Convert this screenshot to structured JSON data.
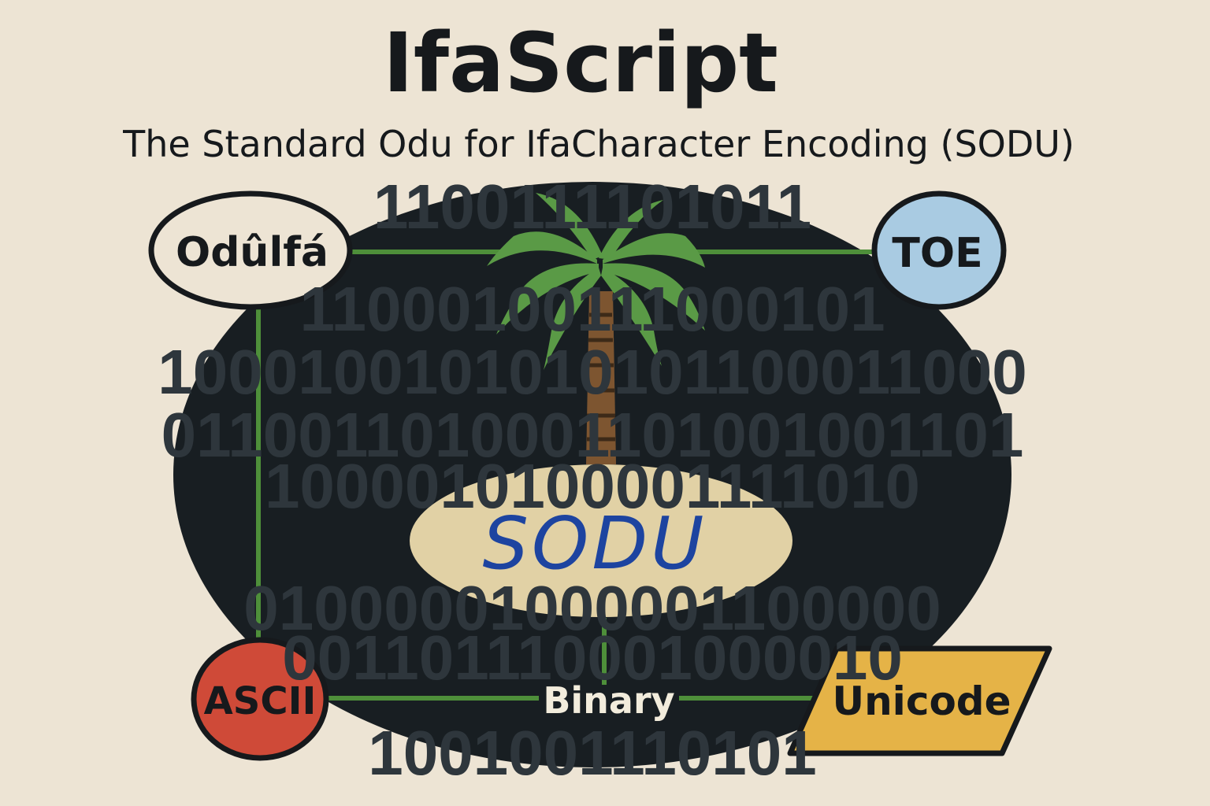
{
  "header": {
    "title": "IfaScript",
    "subtitle": "The Standard Odu for IfaCharacter Encoding (SODU)"
  },
  "background_binary_rows": [
    "1100111101011",
    "11000100111000101",
    "1000100101010101100011000",
    "0110011010001101001001101",
    "1000010100001111010",
    "01000001000001100000",
    "001101110001000010",
    "1001001110101"
  ],
  "nodes": {
    "odu_ifa": "Odûlfá",
    "toe": "TOE",
    "ascii": "ASCII",
    "unicode": "Unicode",
    "center": "SODU",
    "binary": "Binary"
  },
  "colors": {
    "background": "#ede4d4",
    "ellipse": "#181e22",
    "connector": "#4e8f3a",
    "toe": "#a9cbe2",
    "ascii": "#cf4a38",
    "unicode": "#e5b347",
    "sodu_fill": "#e1d1a5",
    "sodu_ink": "#1d44a0",
    "palm_leaf": "#5a9a46",
    "palm_trunk": "#7d5530"
  }
}
